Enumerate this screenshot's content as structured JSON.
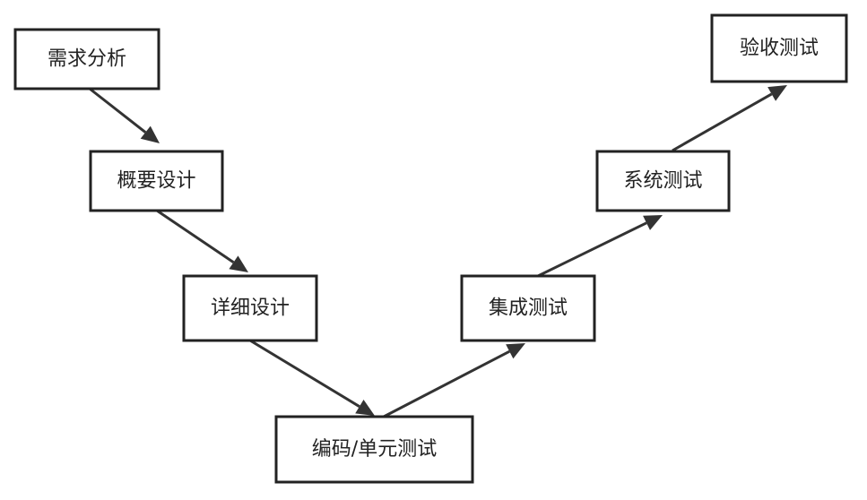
{
  "diagram": {
    "type": "v-model",
    "nodes": [
      {
        "id": "requirements",
        "label": "需求分析"
      },
      {
        "id": "outline",
        "label": "概要设计"
      },
      {
        "id": "detail",
        "label": "详细设计"
      },
      {
        "id": "coding",
        "label": "编码/单元测试"
      },
      {
        "id": "integration",
        "label": "集成测试"
      },
      {
        "id": "system",
        "label": "系统测试"
      },
      {
        "id": "acceptance",
        "label": "验收测试"
      }
    ],
    "edges": [
      {
        "from": "requirements",
        "to": "outline"
      },
      {
        "from": "outline",
        "to": "detail"
      },
      {
        "from": "detail",
        "to": "coding"
      },
      {
        "from": "coding",
        "to": "integration"
      },
      {
        "from": "integration",
        "to": "system"
      },
      {
        "from": "system",
        "to": "acceptance"
      }
    ]
  }
}
